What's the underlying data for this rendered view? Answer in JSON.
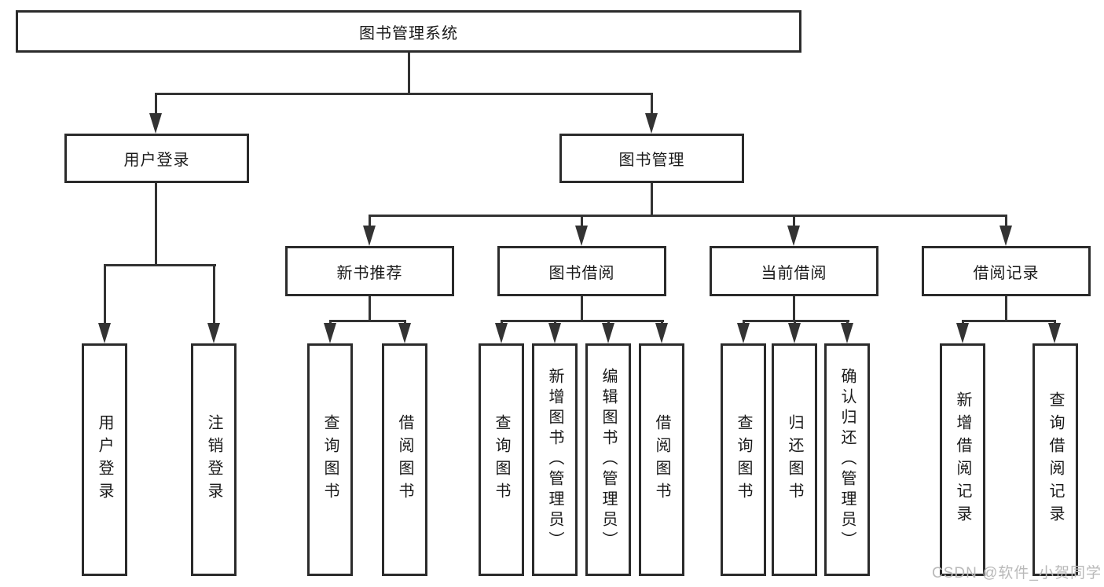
{
  "diagram": {
    "root": {
      "label": "图书管理系统"
    },
    "level2": [
      {
        "id": "user-login",
        "label": "用户登录"
      },
      {
        "id": "book-management",
        "label": "图书管理"
      }
    ],
    "level3": [
      {
        "id": "new-book-recommend",
        "label": "新书推荐"
      },
      {
        "id": "book-borrow",
        "label": "图书借阅"
      },
      {
        "id": "current-borrow",
        "label": "当前借阅"
      },
      {
        "id": "borrow-records",
        "label": "借阅记录"
      }
    ],
    "leaves": {
      "user_login": [
        {
          "label": "用户登录"
        },
        {
          "label": "注销登录"
        }
      ],
      "new_book": [
        {
          "label": "查询图书"
        },
        {
          "label": "借阅图书"
        }
      ],
      "book_borrow": [
        {
          "label": "查询图书"
        },
        {
          "label": "新增图书（管理员）"
        },
        {
          "label": "编辑图书（管理员）"
        },
        {
          "label": "借阅图书"
        }
      ],
      "current_borrow": [
        {
          "label": "查询图书"
        },
        {
          "label": "归还图书"
        },
        {
          "label": "确认归还（管理员）"
        }
      ],
      "borrow_records": [
        {
          "label": "新增借阅记录"
        },
        {
          "label": "查询借阅记录"
        }
      ]
    },
    "watermark": "CSDN @软件_小贺同学",
    "colors": {
      "line": "#333333",
      "box_border": "#2b2b2b",
      "text": "#1a1a1a",
      "watermark": "#b9b9b9",
      "background": "#ffffff"
    }
  }
}
